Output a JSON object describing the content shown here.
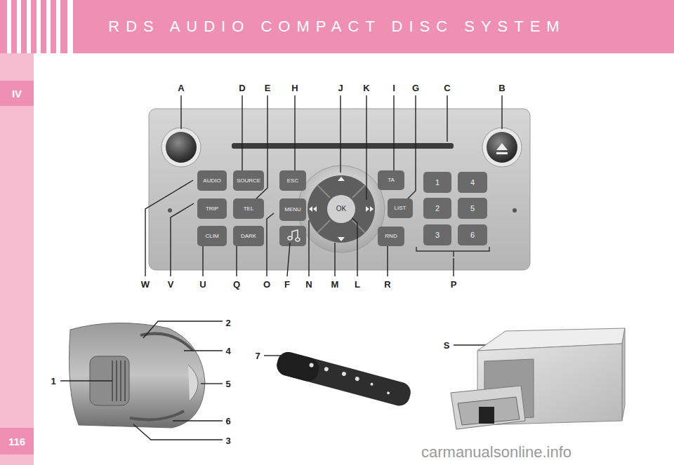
{
  "diagram": {
    "title": "RDS AUDIO COMPACT DISC SYSTEM",
    "nodes": [
      {
        "text": [
          "IV"
        ]
      },
      {
        "text": [
          "AUDIO"
        ]
      },
      {
        "text": [
          "SOURCE"
        ]
      },
      {
        "text": [
          "ESC"
        ]
      },
      {
        "text": [
          "TA"
        ]
      },
      {
        "text": [
          "1"
        ]
      },
      {
        "text": [
          "4"
        ]
      },
      {
        "text": [
          "TRIP"
        ]
      },
      {
        "text": [
          "TEL"
        ]
      },
      {
        "text": [
          "MENU"
        ]
      },
      {
        "text": [
          "OK"
        ]
      },
      {
        "text": [
          "LIST"
        ]
      },
      {
        "text": [
          "2"
        ]
      },
      {
        "text": [
          "5"
        ]
      },
      {
        "text": [
          "CLIM"
        ]
      },
      {
        "text": [
          "DARK"
        ]
      },
      {
        "text": [
          "RND"
        ]
      },
      {
        "text": [
          "3"
        ]
      },
      {
        "text": [
          "6"
        ]
      },
      {
        "text": [
          "116"
        ]
      }
    ],
    "labels": [
      "A",
      "D",
      "E",
      "H",
      "J",
      "K",
      "I",
      "G",
      "C",
      "B",
      "W",
      "V",
      "U",
      "Q",
      "O",
      "F",
      "N",
      "M",
      "L",
      "R",
      "P",
      "2",
      "4",
      "1",
      "5",
      "6",
      "3",
      "7",
      "S",
      "carmanualsonline.info"
    ]
  }
}
